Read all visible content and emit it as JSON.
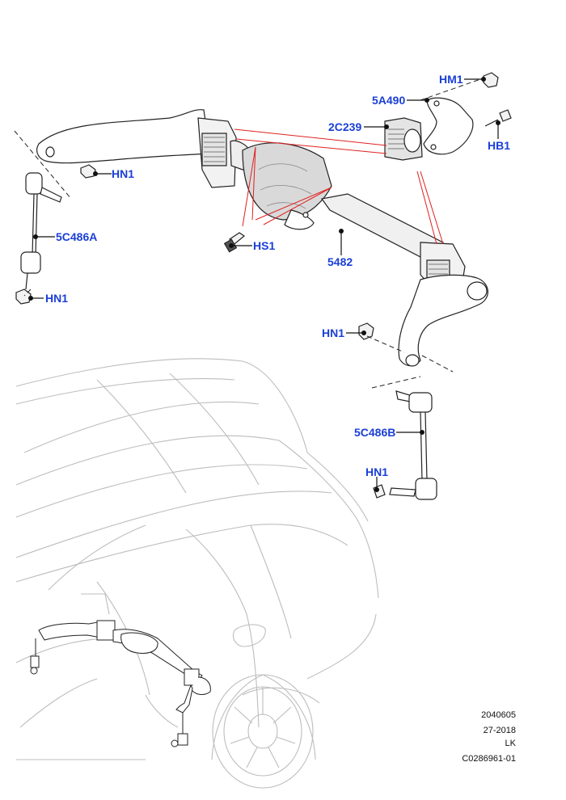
{
  "callouts": {
    "hm1": "HM1",
    "p5a490": "5A490",
    "p2c239": "2C239",
    "hb1": "HB1",
    "hn1_top": "HN1",
    "hs1": "HS1",
    "p5c486a": "5C486A",
    "p5482": "5482",
    "hn1_left": "HN1",
    "hn1_mid": "HN1",
    "p5c486b": "5C486B",
    "hn1_bottom": "HN1"
  },
  "drawing_info": {
    "line1": "2040605",
    "line2": "27-2018",
    "line3": "LK",
    "line4": "C0286961-01"
  },
  "colors": {
    "callout_text": "#1a3fd6",
    "reference_line": "#e02020",
    "linework": "#222222",
    "vehicle_ghost": "#b8b8b8"
  }
}
